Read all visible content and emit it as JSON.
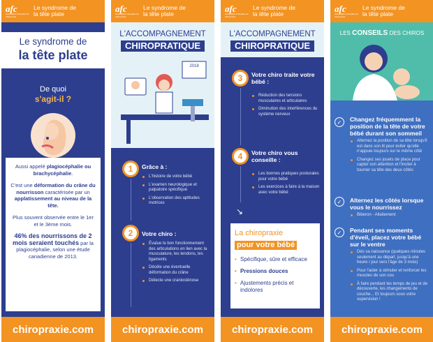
{
  "brand": {
    "logo": "afc",
    "logo_sub": "Association Française de Chiropraxie",
    "header_text": "Le syndrome de\nla tête plate",
    "footer": "chiropraxie.com",
    "orange": "#f39322",
    "navy": "#2d3e8e"
  },
  "panel1": {
    "title_line1": "Le syndrome de",
    "title_line2": "la tête plate",
    "question_line1": "De quoi",
    "question_line2": "s'agit-il ?",
    "p1_pre": "Aussi appelé ",
    "p1_bold": "plagiocéphalie ou brachycéphalie",
    "p1_post": ".",
    "p2_pre": "C'est une ",
    "p2_bold1": "déformation du crâne du nourrisson",
    "p2_mid": " caractérisée par un ",
    "p2_bold2": "applatissement au niveau de la tête.",
    "p3": "Plus souvent observée entre le 1er et le 3ème mois.",
    "p4_bold": "46% des nourrissons de 2 mois seraient touchés",
    "p4_post": " par la plagiocéphalie, selon une étude canadienne de 2013."
  },
  "panel2": {
    "title_line1": "L'ACCOMPAGNEMENT",
    "title_line2": "CHIROPRATIQUE",
    "calendar_year": "2018",
    "s1_num": "1",
    "s1_title": "Grâce à :",
    "s1_items": [
      "L'histoire de votre bébé",
      "L'examen neurologique et palpatoire spécifique",
      "L'observation des aptitudes motrices"
    ],
    "s2_num": "2",
    "s2_title": "Votre chiro :",
    "s2_items": [
      "Évalue le bon fonctionnement des articulations en lien avec la musculature, les tendons, les ligaments",
      "Décèle une éventuelle déformation du crâne",
      "Détecte une craniosténose"
    ]
  },
  "panel3": {
    "title_line1": "L'ACCOMPAGNEMENT",
    "title_line2": "CHIROPRATIQUE",
    "s3_num": "3",
    "s3_title": "Votre chiro traite votre bébé :",
    "s3_items": [
      "Réduction des tensions musculaires et articulaires",
      "Diminution des interférences du système nerveux"
    ],
    "s4_num": "4",
    "s4_title": "Votre chiro vous conseille :",
    "s4_items": [
      "Les bonnes pratiques posturales pour votre bébé",
      "Les exercices à faire à la maison avec votre bébé"
    ],
    "card_title1": "La chiropraxie",
    "card_title2": "pour votre bébé",
    "card_items": [
      "Spécifique, sûre et efficace",
      "Pressions douces",
      "Ajustements précis et indolores"
    ]
  },
  "panel4": {
    "title_pre": "LES ",
    "title_bold": "CONSEILS",
    "title_post": " DES CHIROS",
    "tip1_title": "Changez fréquemment la position de la tête de votre bébé durant son sommeil",
    "tip1_items": [
      "Alternez la position de sa tête lorsqu'il est dans son lit pour éviter qu'elle n'appuie toujours sur le même côté",
      "Changez ses jouets de place pour capter son attention et l'inciter à tourner sa tête des deux côtés"
    ],
    "tip2_title": "Alternez les côtés lorsque vous le nourrissez",
    "tip2_items": [
      "Biberon - Allaitement"
    ],
    "tip3_title": "Pendant ses moments d'éveil, placez votre bébé sur le ventre",
    "tip3_items": [
      "Dès sa naissance (quelques minutes seulement au départ, jusqu'à une heure / jour vers l'âge de 3 mois)",
      "Pour l'aider à stimuler et renforcer les muscles de son cou",
      "À faire pendant les temps de jeu et de découverte, les changements de couche... Et toujours sous votre supervision !"
    ]
  }
}
